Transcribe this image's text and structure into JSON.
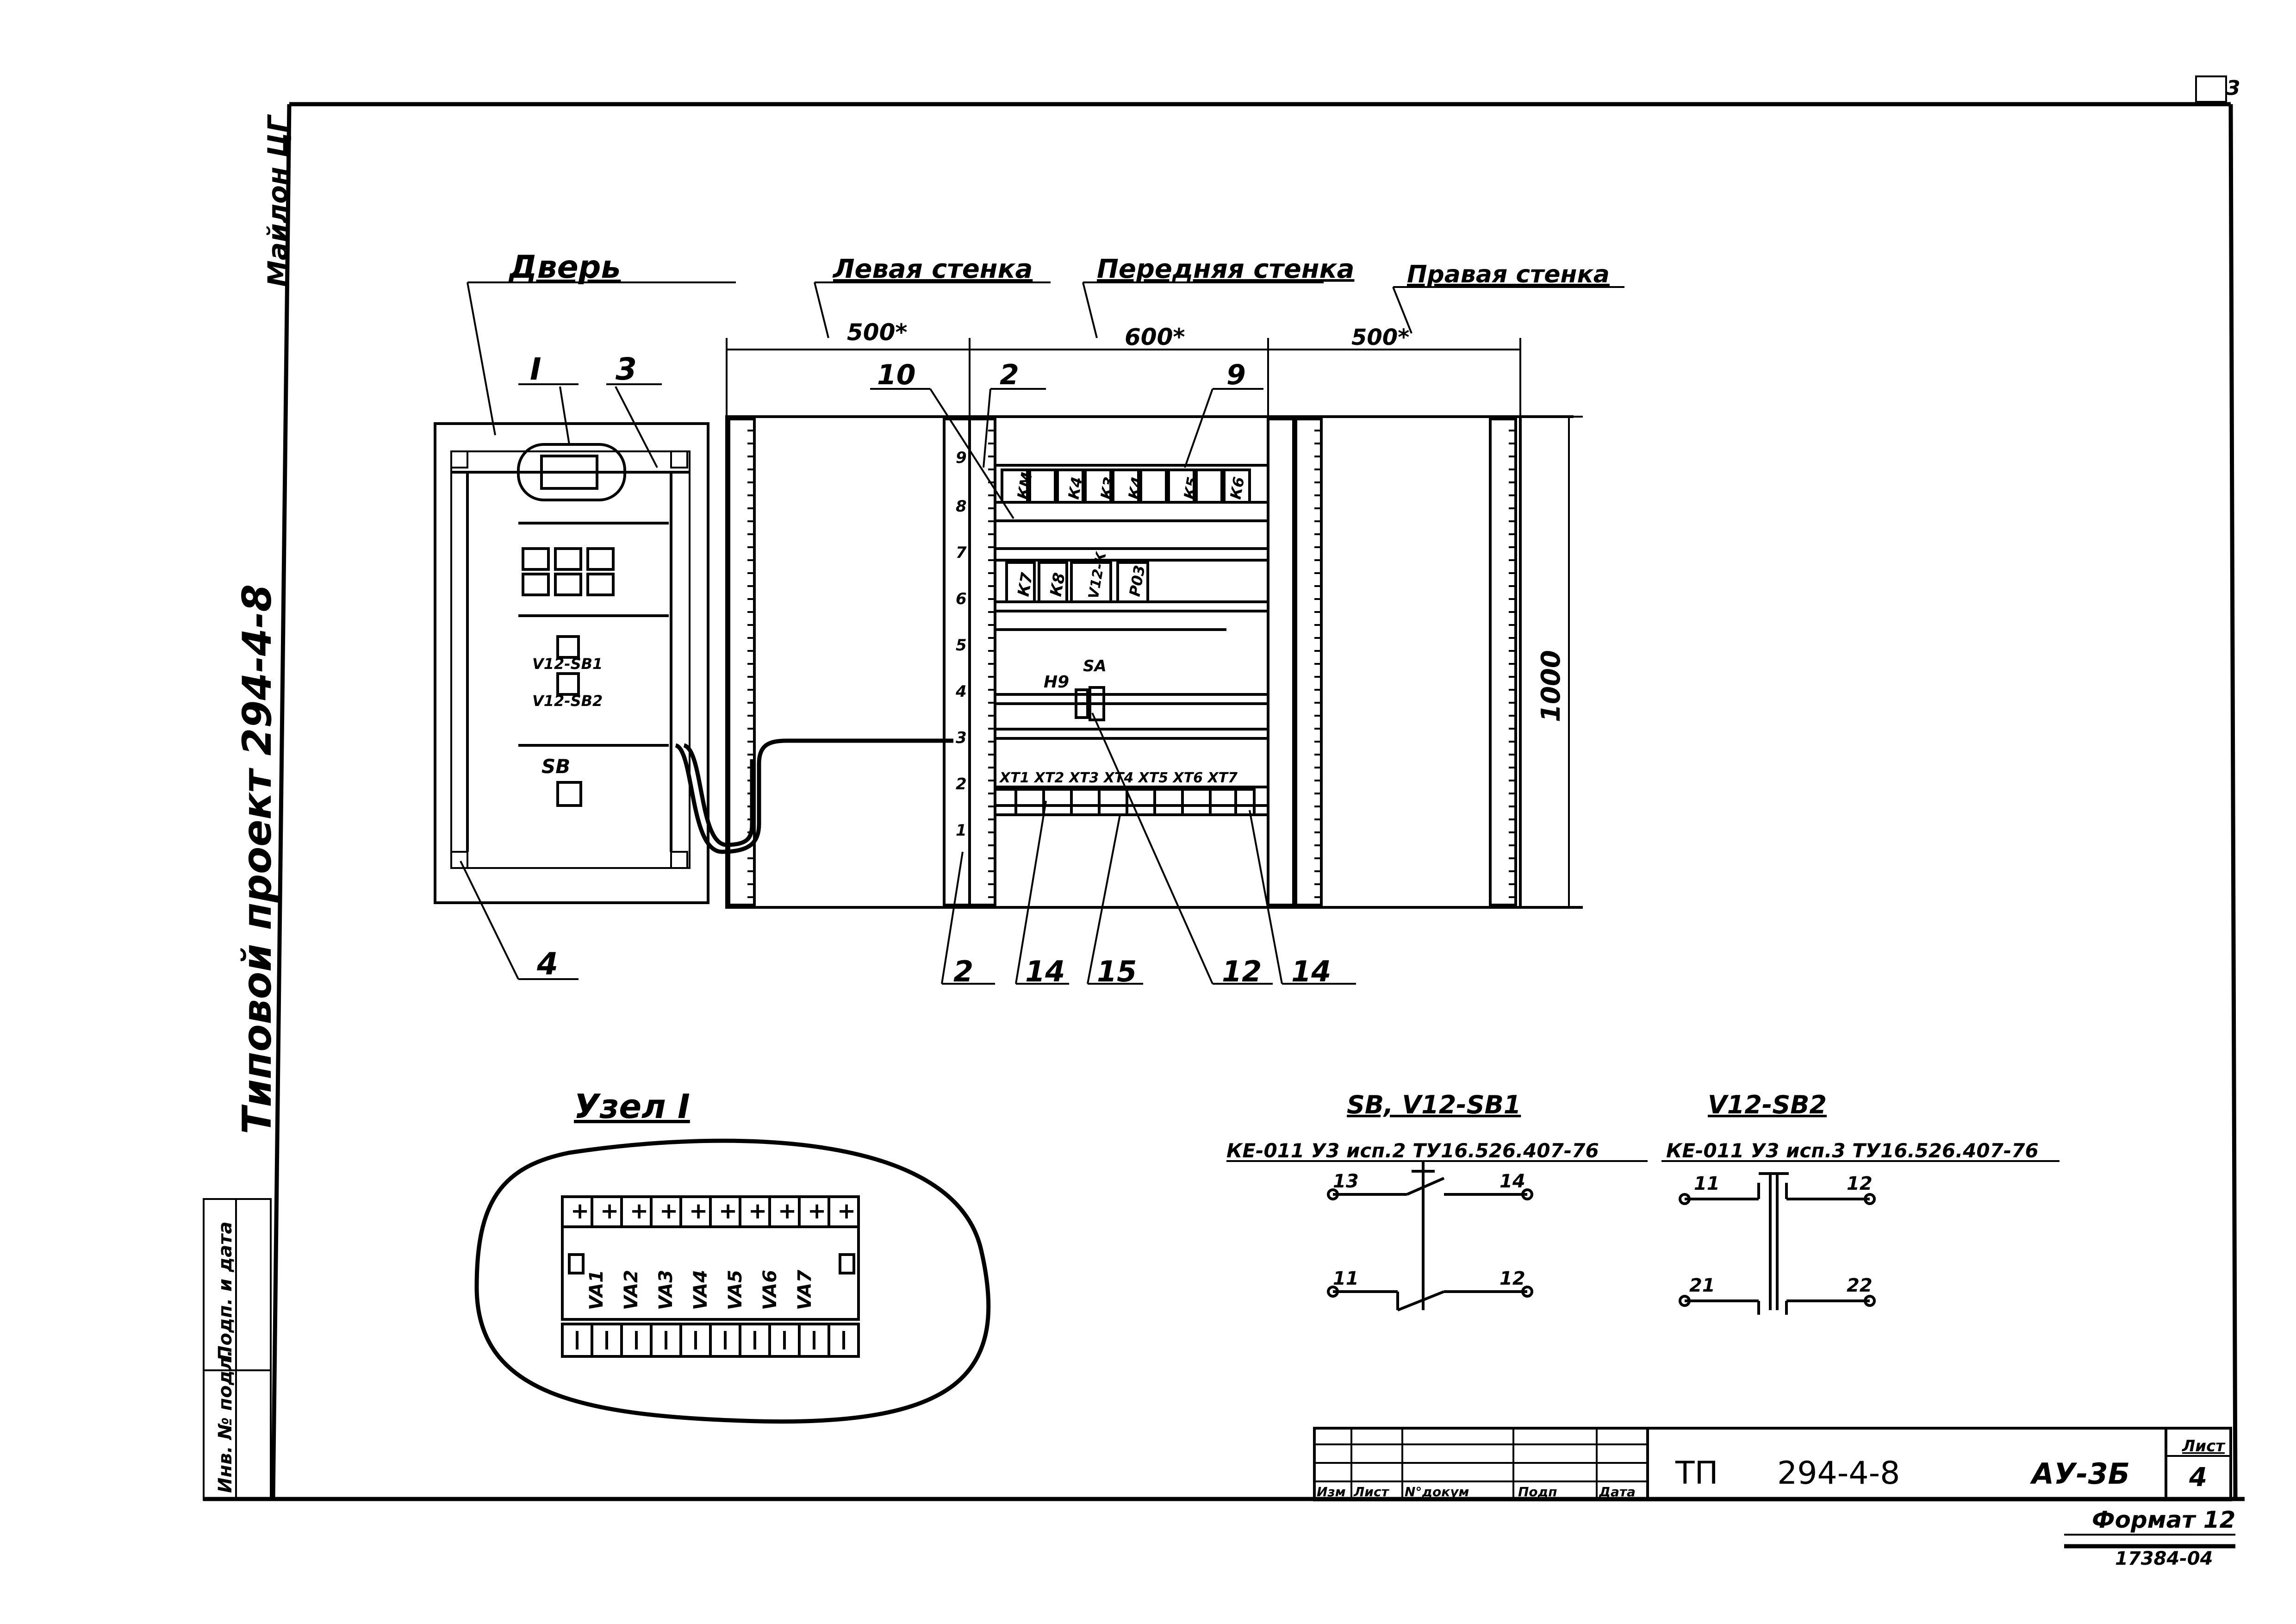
{
  "side_stamp": {
    "top_note": "Майлон ЦГ",
    "project": "Типовой проект 294-4-8",
    "stamp_cells": [
      "Инв. № подл.",
      "Подп. и дата",
      ""
    ]
  },
  "main_view": {
    "door_label": "Дверь",
    "left_wall_label": "Левая стенка",
    "front_wall_label": "Передняя стенка",
    "right_wall_label": "Правая стенка",
    "dim_left": "500*",
    "dim_front": "600*",
    "dim_right": "500*",
    "dim_height": "1000",
    "callouts": {
      "c_I": "I",
      "c_3": "3",
      "c_10": "10",
      "c_2_top": "2",
      "c_9": "9",
      "c_4": "4",
      "c_2_bot": "2",
      "c_14_a": "14",
      "c_15": "15",
      "c_12": "12",
      "c_14_b": "14"
    },
    "door_labels": {
      "sb1": "V12-SB1",
      "sb2": "V12-SB2",
      "sb": "SB"
    },
    "relay_row_1": [
      "КМ",
      "К4",
      "К3",
      "К4",
      "К5",
      "К6"
    ],
    "relay_row_2": [
      "К7",
      "К8",
      "V12-К",
      "Р03"
    ],
    "switch_labels": {
      "h9": "Н9",
      "sa": "SA"
    },
    "terminals_label": "ХТ1 ХТ2 ХТ3 ХТ4 ХТ5 ХТ6 ХТ7",
    "rail_numbers_front": [
      "9",
      "8",
      "7",
      "6",
      "5",
      "4",
      "3",
      "2",
      "1"
    ]
  },
  "node_detail": {
    "title": "Узел I",
    "breakers": [
      "VA1",
      "VA2",
      "VA3",
      "VA4",
      "VA5",
      "VA6",
      "VA7"
    ],
    "plus_count": 10,
    "minus_count": 10
  },
  "switch_diagrams": [
    {
      "title": "SB, V12-SB1",
      "spec": "КЕ-011 У3 исп.2 ТУ16.526.407-76",
      "contacts": [
        "13",
        "14",
        "11",
        "12"
      ]
    },
    {
      "title": "V12-SB2",
      "spec": "КЕ-011 У3 исп.3 ТУ16.526.407-76",
      "contacts": [
        "11",
        "12",
        "21",
        "22"
      ]
    }
  ],
  "title_block": {
    "columns": [
      "Изм",
      "Лист",
      "N°докум",
      "Подп",
      "Дата"
    ],
    "code": "ТП",
    "project": "294-4-8",
    "drawing": "АУ-3Б",
    "sheet_label": "Лист",
    "sheet_number": "4",
    "format": "Формат 12",
    "inventory": "17384-04"
  },
  "corner_mark": "3"
}
